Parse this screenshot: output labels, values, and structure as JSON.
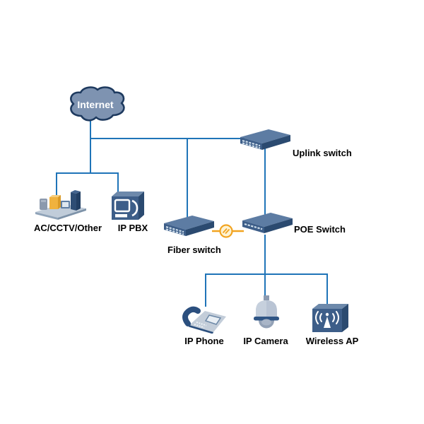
{
  "diagram": {
    "nodes": {
      "internet": {
        "label": "Internet"
      },
      "uplink_switch": {
        "label": "Uplink switch"
      },
      "ac_cctv_other": {
        "label": "AC/CCTV/Other"
      },
      "ip_pbx": {
        "label": "IP PBX"
      },
      "fiber_switch": {
        "label": "Fiber switch"
      },
      "poe_switch": {
        "label": "POE Switch"
      },
      "ip_phone": {
        "label": "IP Phone"
      },
      "ip_camera": {
        "label": "IP Camera"
      },
      "wireless_ap": {
        "label": "Wireless AP"
      }
    },
    "icons": {
      "internet": "cloud-icon",
      "uplink_switch": "network-switch-icon",
      "fiber_switch": "network-switch-icon",
      "poe_switch": "network-switch-icon",
      "ac_cctv_other": "device-group-icon",
      "ip_pbx": "pbx-box-icon",
      "ip_phone": "desk-phone-icon",
      "ip_camera": "dome-camera-icon",
      "wireless_ap": "access-point-icon",
      "fiber_link": "fiber-connector-icon"
    },
    "colors": {
      "ethernet_link": "#1f74b8",
      "fiber_link": "#f2a421",
      "device_body": "#3d5e89",
      "cloud_fill": "#7e93b1",
      "cloud_border": "#1e3a5f",
      "label_text": "#000000"
    }
  }
}
